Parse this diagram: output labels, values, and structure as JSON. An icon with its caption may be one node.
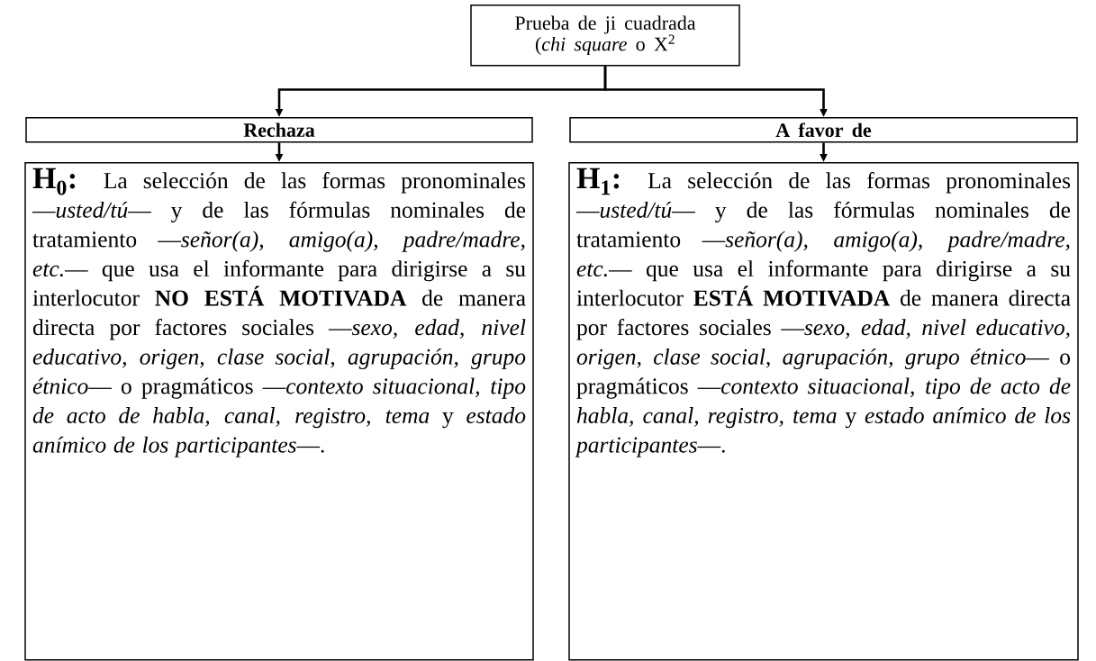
{
  "diagram": {
    "nodes": [
      {
        "text": [
          "Prueba de ji cuadrada (*chi square* o X$^{2}$"
        ]
      },
      {
        "text": [
          "Rechaza"
        ]
      },
      {
        "text": [
          "A favor de"
        ]
      },
      {
        "text": [
          "H$_{0}$:",
          "La selección de las formas pronominales —*usted/tú*— y de las fórmulas nominales de tratamiento —*señor(a), amigo(a), padre/madre, etc.*— que usa el informante para dirigirse a su interlocutor **NO ESTÁ MOTIVADA** de manera directa por factores sociales —*sexo, edad, nivel educativo, origen, clase social, agrupación, grupo étnico*— o pragmáticos —*contexto situacional, tipo de acto de habla, canal, registro, tema* y *estado anímico de los participantes*—."
        ]
      },
      {
        "text": [
          "H$_{1}$:",
          "La selección de las formas pronominales —*usted/tú*— y de las fórmulas nominales de tratamiento —*señor(a), amigo(a), padre/madre, etc.*— que usa el informante para dirigirse a su interlocutor **ESTÁ MOTIVADA** de manera directa por factores sociales —*sexo, edad, nivel educativo, origen, clase social, agrupación, grupo étnico*— o pragmáticos —*contexto situacional, tipo de acto de habla, canal, registro, tema* y *estado anímico de los participantes*—."
        ]
      }
    ],
    "edges": [
      {
        "from": 0,
        "to": 1,
        "arrow": "to"
      },
      {
        "from": 0,
        "to": 2,
        "arrow": "to"
      },
      {
        "from": 1,
        "to": 3,
        "arrow": "to"
      },
      {
        "from": 2,
        "to": 4,
        "arrow": "to"
      }
    ]
  }
}
